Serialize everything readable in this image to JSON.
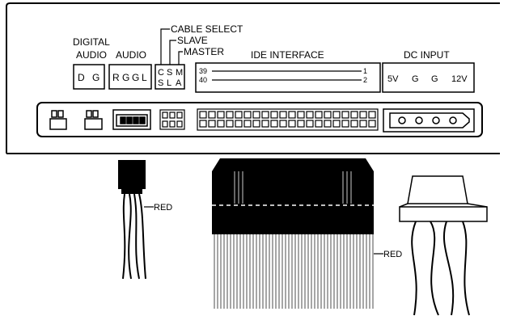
{
  "labels": {
    "digital_audio_line1": "DIGITAL",
    "digital_audio_line2": "AUDIO",
    "audio": "AUDIO",
    "cable_select": "CABLE SELECT",
    "slave": "SLAVE",
    "master": "MASTER",
    "ide_interface": "IDE INTERFACE",
    "dc_input": "DC INPUT"
  },
  "digital_audio_pins": [
    "D",
    "G"
  ],
  "audio_pins": [
    "R",
    "G",
    "G",
    "L"
  ],
  "jumper_top_letters": [
    "C",
    "S",
    "M"
  ],
  "jumper_bottom_letters": [
    "S",
    "L",
    "A"
  ],
  "ide_pins": {
    "top_left": "39",
    "top_right": "1",
    "bottom_left": "40",
    "bottom_right": "2"
  },
  "dc_pins": [
    "5V",
    "G",
    "G",
    "12V"
  ],
  "red_labels": [
    "RED",
    "RED"
  ],
  "colors": {
    "line": "#000000",
    "background": "#ffffff"
  }
}
